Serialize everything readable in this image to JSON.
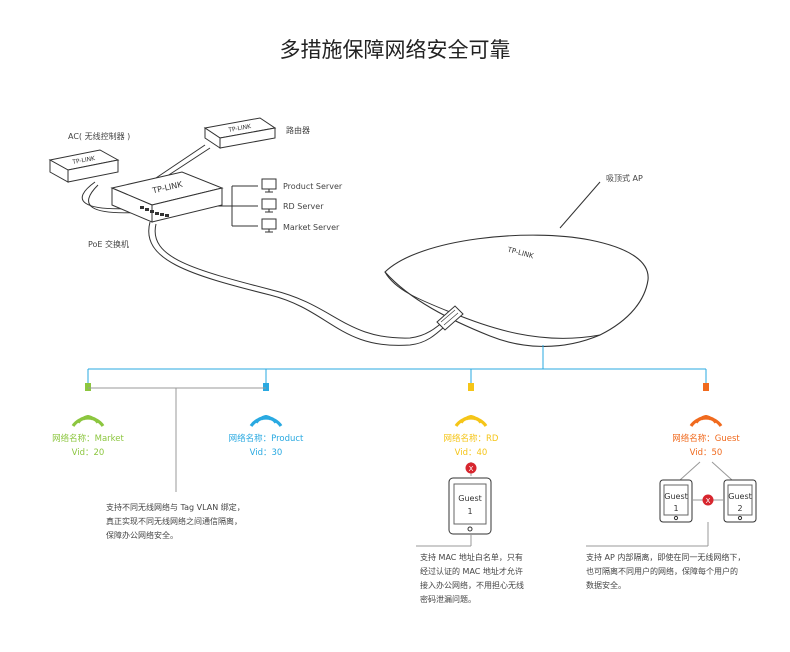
{
  "title": "多措施保障网络安全可靠",
  "colors": {
    "market": "#8cc63f",
    "product": "#29a9e1",
    "rd": "#f5c518",
    "guest": "#f06a1e",
    "tree_line": "#29a9e1",
    "block_red": "#d7262e"
  },
  "devices": {
    "router_label": "路由器",
    "ac_label": "AC( 无线控制器 )",
    "poe_label": "PoE 交换机",
    "ap_label": "吸顶式 AP",
    "brand_text": "TP-LINK",
    "ap_brand_text": "TP-LINK",
    "servers": [
      "Product Server",
      "RD Server",
      "Market Server"
    ]
  },
  "networks": [
    {
      "name": "网络名称：Market",
      "vid": "Vid：20",
      "color": "#8cc63f"
    },
    {
      "name": "网络名称：Product",
      "vid": "Vid：30",
      "color": "#29a9e1"
    },
    {
      "name": "网络名称：RD",
      "vid": "Vid：40",
      "color": "#f5c518"
    },
    {
      "name": "网络名称：Guest",
      "vid": "Vid：50",
      "color": "#f06a1e"
    }
  ],
  "guests": {
    "rd_guest": [
      "Guest",
      "1"
    ],
    "guest1": [
      "Guest",
      "1"
    ],
    "guest2": [
      "Guest",
      "2"
    ],
    "block_mark": "X"
  },
  "notes": {
    "vlan": [
      "支持不同无线网络与 Tag VLAN 绑定，",
      "真正实现不同无线网络之间通信隔离，",
      "保障办公网络安全。"
    ],
    "mac": [
      "支持 MAC 地址白名单，只有",
      "经过认证的 MAC 地址才允许",
      "接入办公网络，不用担心无线",
      "密码泄漏问题。"
    ],
    "isolation": [
      "支持 AP 内部隔离，即使在同一无线网络下，",
      "也可隔离不同用户的网络，保障每个用户的",
      "数据安全。"
    ]
  }
}
